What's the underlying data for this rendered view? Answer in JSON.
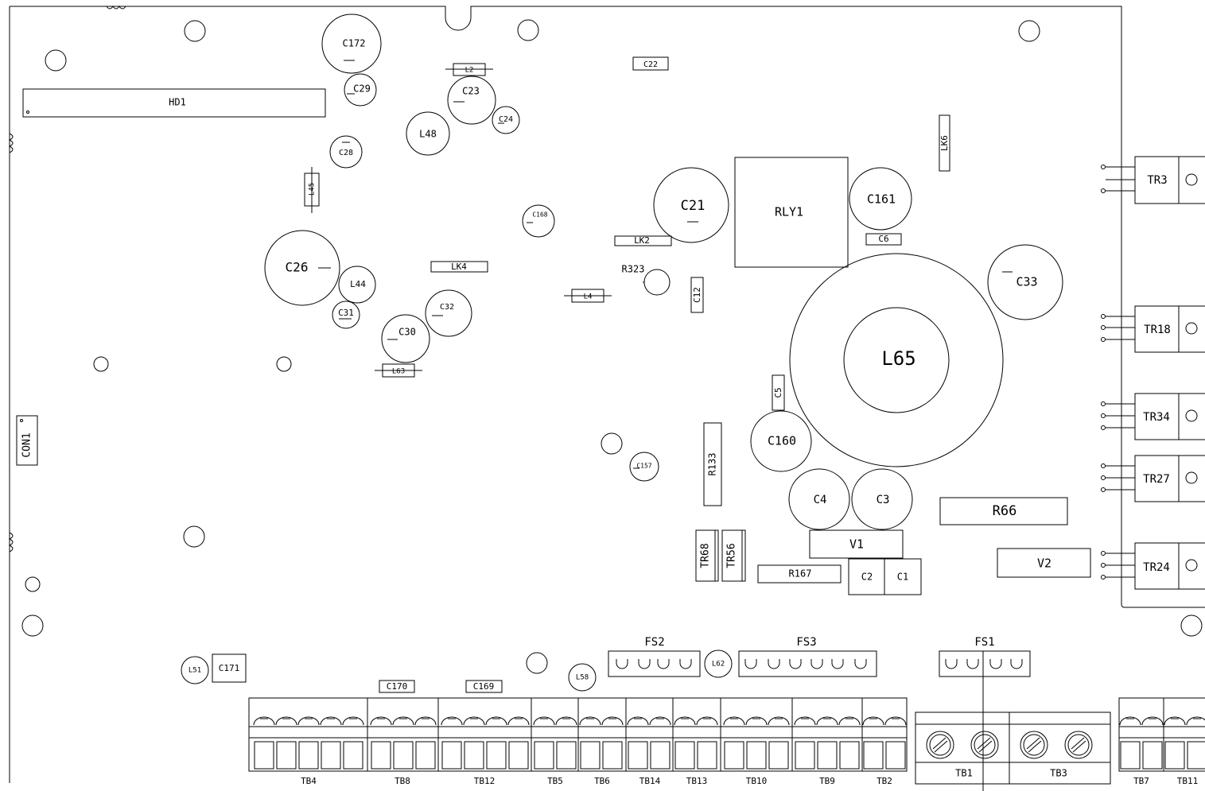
{
  "board": {
    "labels": {
      "hd1": "HD1",
      "con1": "CON1",
      "c172": "C172",
      "c29": "C29",
      "c28": "C28",
      "c23": "C23",
      "c24": "C24",
      "l2": "L2",
      "l48": "L48",
      "c22": "C22",
      "lk6": "LK6",
      "l45": "L45",
      "c26": "C26",
      "l44": "L44",
      "c31": "C31",
      "c32": "C32",
      "c30": "C30",
      "l63": "L63",
      "lk4": "LK4",
      "c168": "C168",
      "lk2": "LK2",
      "r323": "R323",
      "l4": "L4",
      "c12": "C12",
      "c21": "C21",
      "rly1": "RLY1",
      "c161": "C161",
      "c6": "C6",
      "c33": "C33",
      "l65": "L65",
      "c5": "C5",
      "c160": "C160",
      "r133": "R133",
      "c157": "C157",
      "c4": "C4",
      "c3": "C3",
      "r66": "R66",
      "v1": "V1",
      "v2": "V2",
      "tr68": "TR68",
      "tr56": "TR56",
      "r167": "R167",
      "c2": "C2",
      "c1": "C1",
      "tr3": "TR3",
      "tr18": "TR18",
      "tr34": "TR34",
      "tr27": "TR27",
      "tr24": "TR24",
      "fs1": "FS1",
      "fs2": "FS2",
      "fs3": "FS3",
      "l62": "L62",
      "l58": "L58",
      "l51": "L51",
      "c171": "C171",
      "c170": "C170",
      "c169": "C169",
      "tb4": "TB4",
      "tb8": "TB8",
      "tb12": "TB12",
      "tb5": "TB5",
      "tb6": "TB6",
      "tb14": "TB14",
      "tb13": "TB13",
      "tb10": "TB10",
      "tb9": "TB9",
      "tb2": "TB2",
      "tb1": "TB1",
      "tb3": "TB3",
      "tb7": "TB7",
      "tb11": "TB11"
    }
  }
}
